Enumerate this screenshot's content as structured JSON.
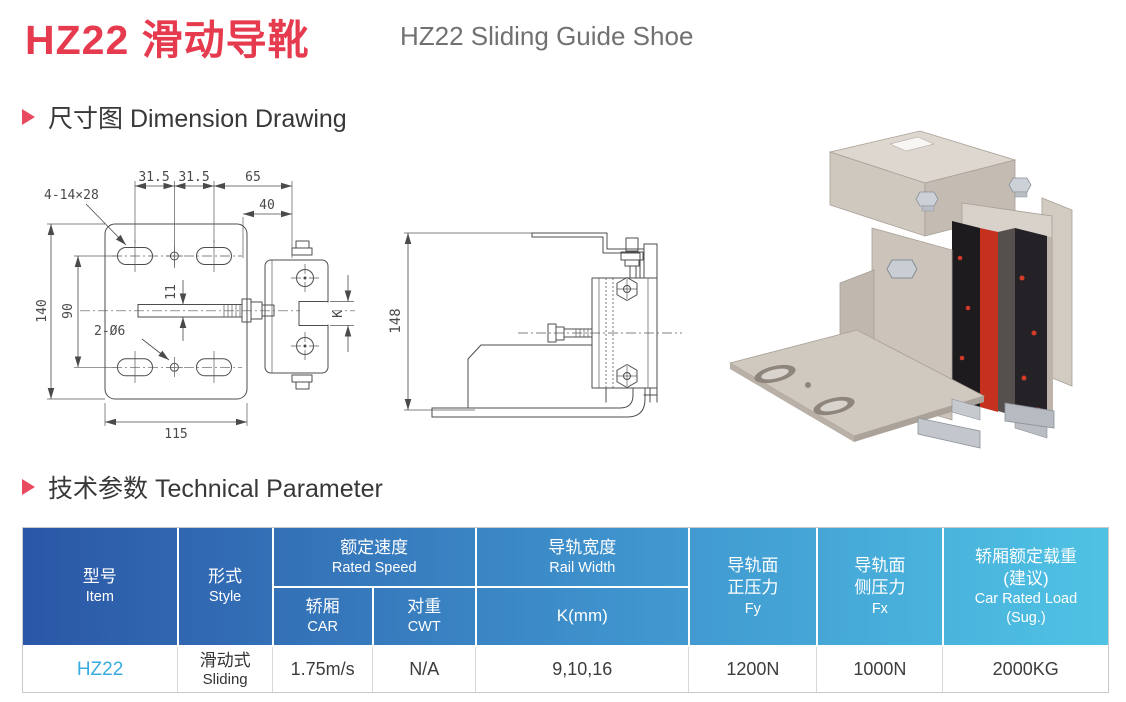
{
  "page": {
    "title_zh": "HZ22 滑动导靴",
    "title_en": "HZ22 Sliding Guide Shoe"
  },
  "sections": {
    "dimension_heading": "尺寸图 Dimension Drawing",
    "technical_heading": "技术参数 Technical Parameter"
  },
  "drawing1": {
    "slot_callout": "4-14×28",
    "top_dim_left": "31.5",
    "top_dim_mid": "31.5",
    "top_dim_right": "65",
    "offset_dim": "40",
    "height_dim": "140",
    "slot_span_dim": "90",
    "rod_dim": "11",
    "hole_callout": "2-Ø6",
    "rail_gap_dim": "K",
    "width_dim": "115"
  },
  "drawing2": {
    "height_dim": "148"
  },
  "table": {
    "header": {
      "item_zh": "型号",
      "item_en": "Item",
      "style_zh": "形式",
      "style_en": "Style",
      "rated_speed_zh": "额定速度",
      "rated_speed_en": "Rated Speed",
      "car_zh": "轿厢",
      "car_en": "CAR",
      "cwt_zh": "对重",
      "cwt_en": "CWT",
      "rail_width_zh": "导轨宽度",
      "rail_width_en": "Rail Width",
      "k_label": "K(mm)",
      "fy_zh1": "导轨面",
      "fy_zh2": "正压力",
      "fy_en": "Fy",
      "fx_zh1": "导轨面",
      "fx_zh2": "侧压力",
      "fx_en": "Fx",
      "load_zh1": "轿厢额定载重",
      "load_zh2": "(建议)",
      "load_en1": "Car Rated Load",
      "load_en2": "(Sug.)"
    },
    "row": {
      "item": "HZ22",
      "style_zh": "滑动式",
      "style_en": "Sliding",
      "car_speed": "1.75m/s",
      "cwt_speed": "N/A",
      "k_values": "9,10,16",
      "fy": "1200N",
      "fx": "1000N",
      "load": "2000KG"
    }
  },
  "colors": {
    "title_red": "#e63b4f",
    "bullet_red": "#e84a5f",
    "table_gradient_left": "#2b57a6",
    "table_gradient_right": "#4fc3e4",
    "item_link_blue": "#3aabdf",
    "header_text": "#ffffff",
    "body_text": "#3c3c3c"
  }
}
